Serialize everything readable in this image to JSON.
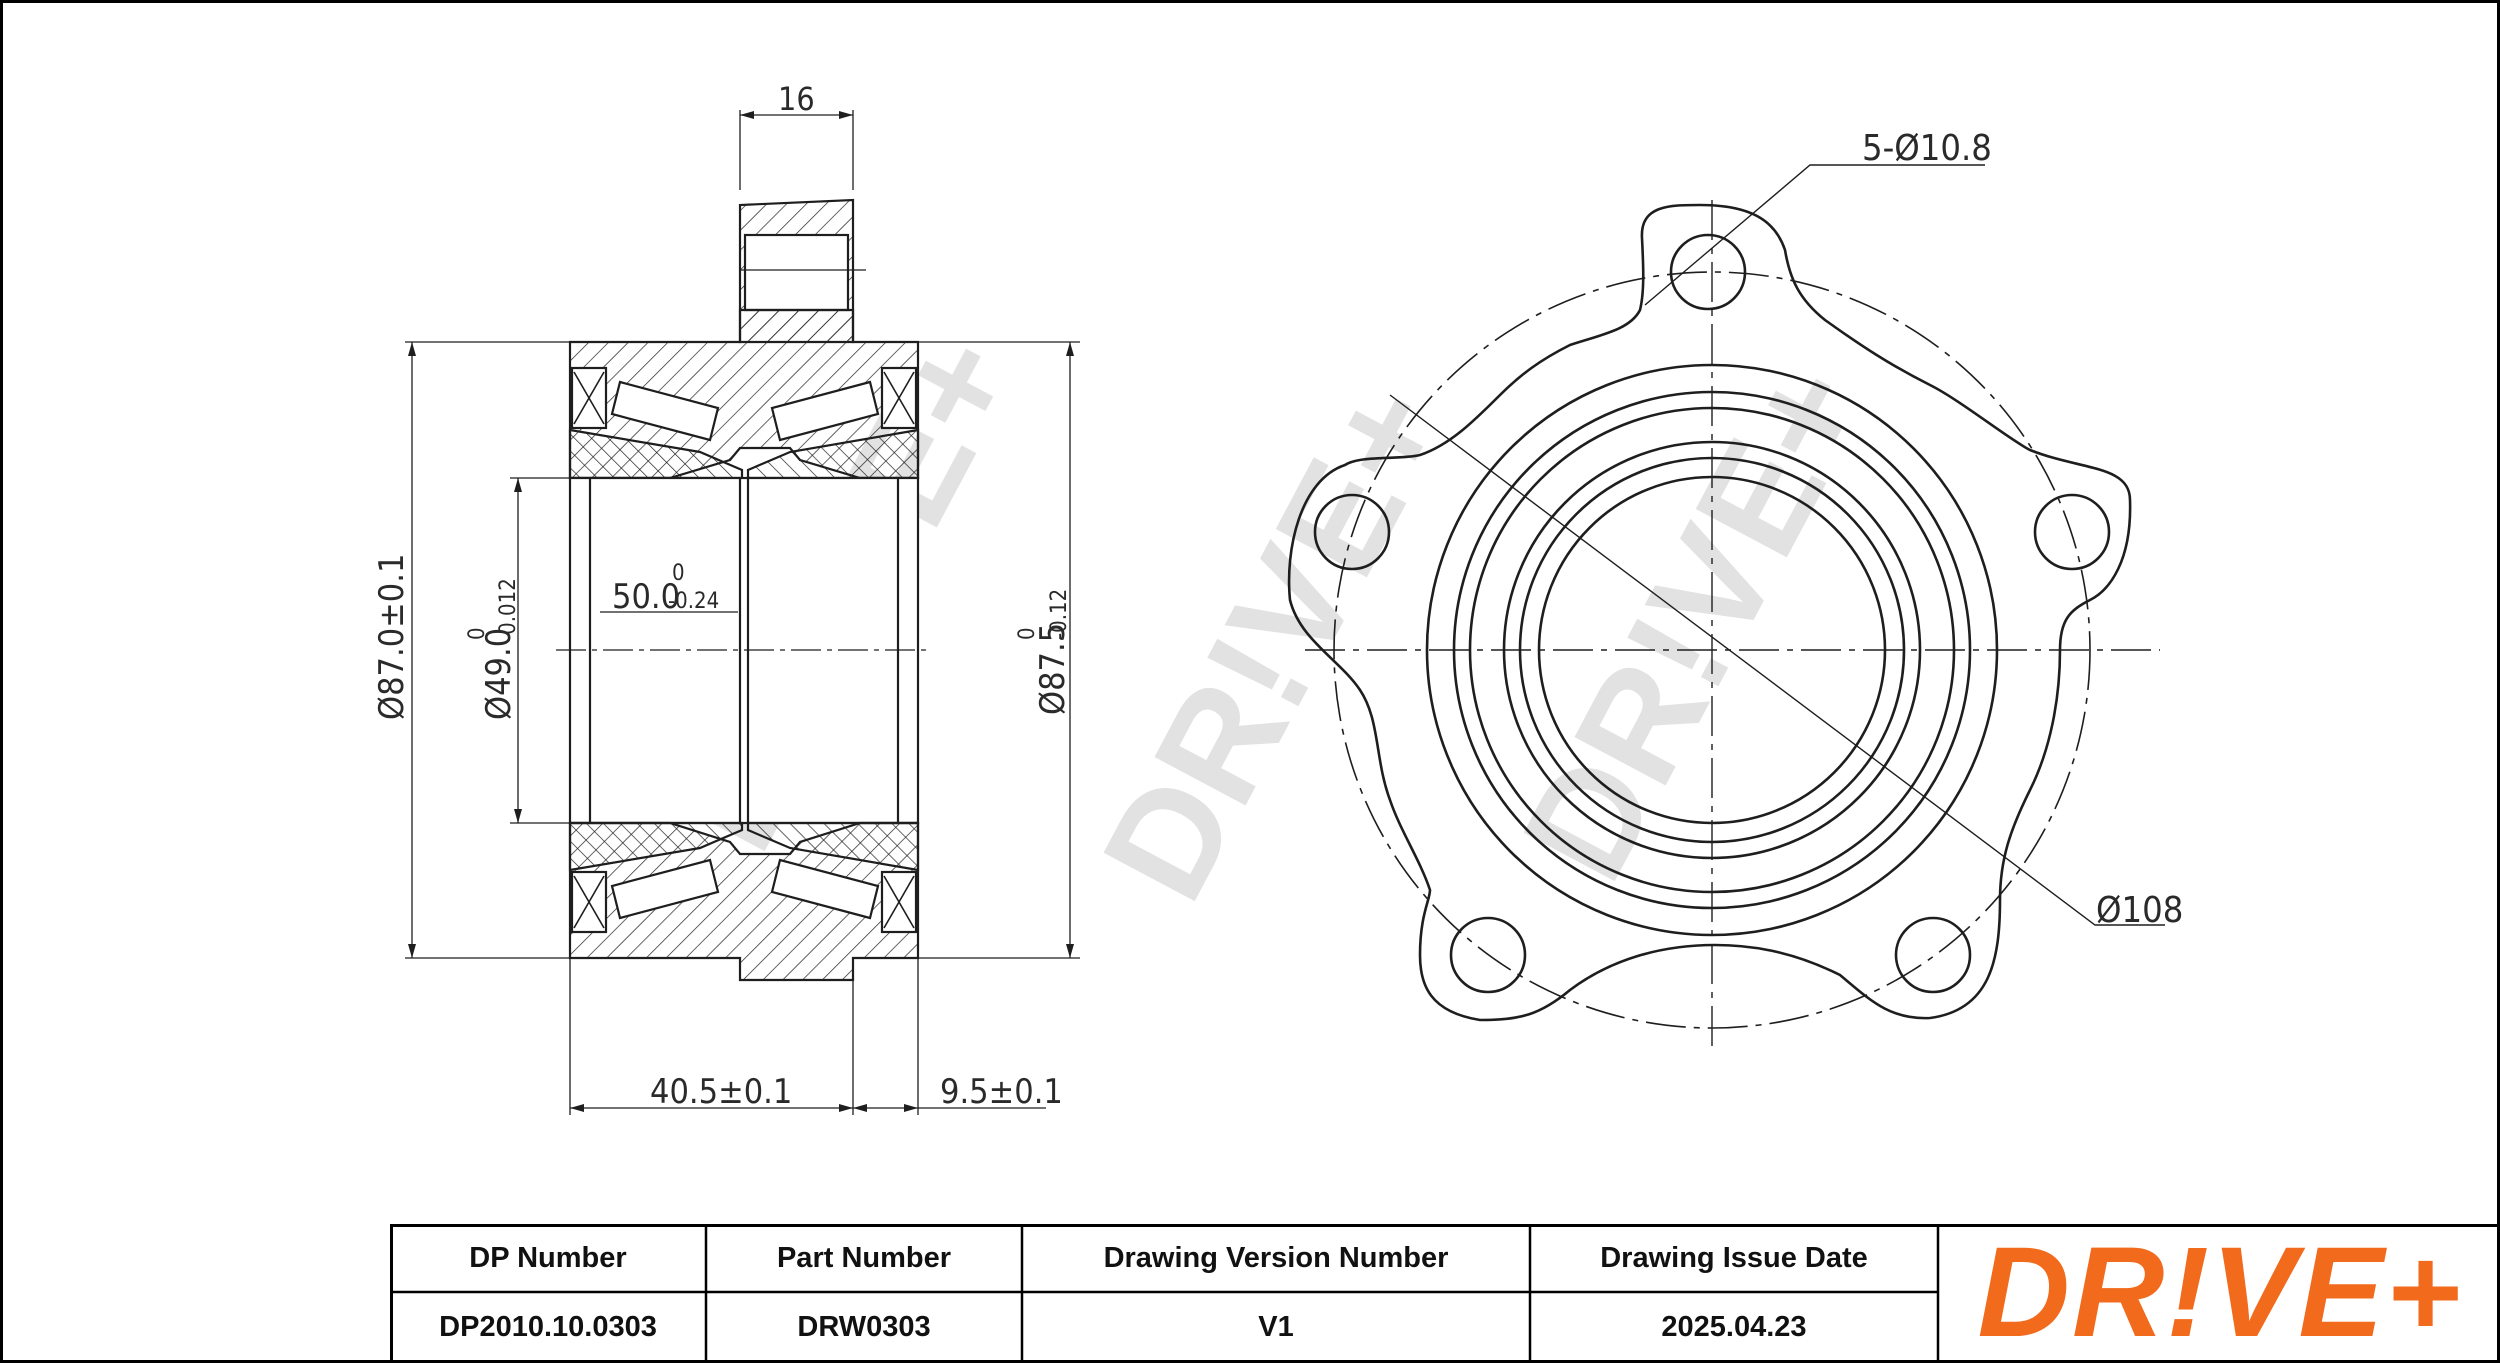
{
  "drawing": {
    "dims": {
      "flange_width": "16",
      "bolt_holes": "5-Ø10.8",
      "pcd": "Ø108",
      "outer_dia": "Ø87.0±0.1",
      "bore_main": "Ø49.0",
      "bore_sup": "0",
      "bore_sub": "-0.012",
      "inner_len_main": "50.0",
      "inner_len_sup": "0",
      "inner_len_sub": "-0.24",
      "ring_main": "Ø87.5",
      "ring_sup": "0",
      "ring_sub": "-0.12",
      "width_main": "40.5±0.1",
      "width_offset": "9.5±0.1"
    },
    "watermark": "DR!VE+"
  },
  "title_block": {
    "headers": [
      "DP Number",
      "Part Number",
      "Drawing Version Number",
      "Drawing Issue Date"
    ],
    "values": [
      "DP2010.10.0303",
      "DRW0303",
      "V1",
      "2025.04.23"
    ],
    "logo_text": "DR!VE+",
    "logo_color": "#f26a1b"
  }
}
